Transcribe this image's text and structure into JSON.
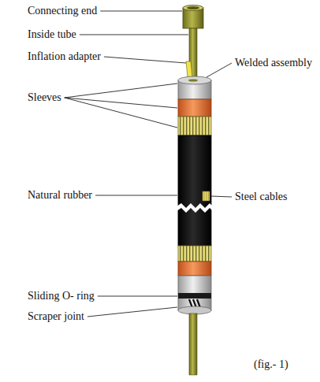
{
  "diagram": {
    "labels": [
      "Connecting end",
      "Inside tube",
      "Inflation adapter",
      "Welded assembly",
      "Sleeves",
      "Steel cables",
      "Natural rubber",
      "Sliding O- ring",
      "Scraper joint",
      "(fig.- 1)"
    ]
  }
}
